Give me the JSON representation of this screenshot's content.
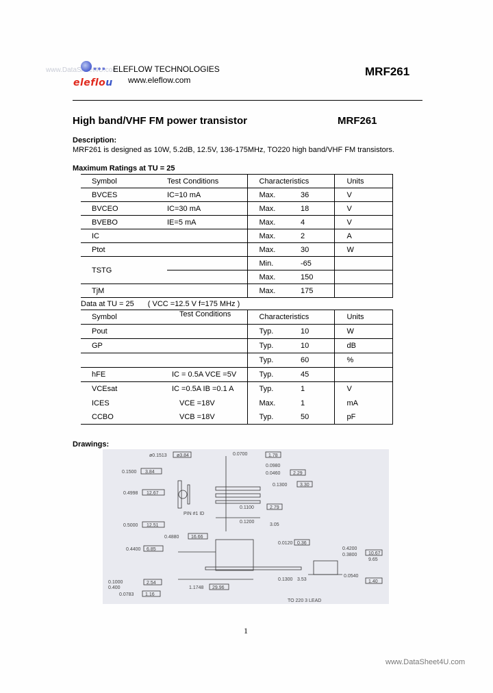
{
  "header": {
    "logo_word": "eleflo",
    "logo_word_tail": "u",
    "watermark_top": "www.DataSheet4U.com",
    "company": "ELEFLOW TECHNOLOGIES",
    "website": "www.eleflow.com",
    "model": "MRF261"
  },
  "title": {
    "text": "High band/VHF FM power transistor",
    "model": "MRF261"
  },
  "description": {
    "label": "Description:",
    "text": "MRF261 is designed as 10W, 5.2dB, 12.5V, 136-175MHz, TO220 high band/VHF FM transistors."
  },
  "max_ratings": {
    "label": "Maximum Ratings at TU = 25",
    "headers": [
      "Symbol",
      "Test Conditions",
      "Characteristics",
      "",
      "Units"
    ],
    "rows": [
      {
        "symbol": "BVCES",
        "cond": "IC=10 mA",
        "char": "Max.",
        "value": "36",
        "unit": "V"
      },
      {
        "symbol": "BVCEO",
        "cond": "IC=30 mA",
        "char": "Max.",
        "value": "18",
        "unit": "V"
      },
      {
        "symbol": "BVEBO",
        "cond": "IE=5 mA",
        "char": "Max.",
        "value": "4",
        "unit": "V"
      },
      {
        "symbol": "IC",
        "cond": "",
        "char": "Max.",
        "value": "2",
        "unit": "A"
      },
      {
        "symbol": "Ptot",
        "cond": "",
        "char": "Max.",
        "value": "30",
        "unit": "W"
      },
      {
        "symbol": "TSTG",
        "cond": "",
        "char": "Min.",
        "value": "-65",
        "unit": ""
      },
      {
        "symbol": "",
        "cond": "",
        "char": "Max.",
        "value": "150",
        "unit": ""
      },
      {
        "symbol": "TjM",
        "cond": "",
        "char": "Max.",
        "value": "175",
        "unit": ""
      }
    ]
  },
  "data_table": {
    "label_a": "Data at TU = 25",
    "label_b": "( VCC =12.5 V   f=175 MHz )",
    "headers": [
      "Symbol",
      "Test Conditions",
      "Characteristics",
      "",
      "Units"
    ],
    "rows": [
      {
        "symbol": "Pout",
        "cond": "",
        "char": "Typ.",
        "value": "10",
        "unit": "W"
      },
      {
        "symbol": "GP",
        "cond": "",
        "char": "Typ.",
        "value": "10",
        "unit": "dB"
      },
      {
        "symbol": "",
        "cond": "",
        "char": "Typ.",
        "value": "60",
        "unit": "%"
      },
      {
        "symbol": "hFE",
        "cond": "IC = 0.5A   VCE =5V",
        "char": "Typ.",
        "value": "45",
        "unit": ""
      },
      {
        "symbol": "VCEsat",
        "cond": "IC =0.5A   IB =0.1 A",
        "char": "Typ.",
        "value": "1",
        "unit": "V"
      },
      {
        "symbol": "ICES",
        "cond": "VCE =18V",
        "char": "Max.",
        "value": "1",
        "unit": "mA"
      },
      {
        "symbol": "CCBO",
        "cond": "VCB =18V",
        "char": "Typ.",
        "value": "50",
        "unit": "pF"
      }
    ]
  },
  "drawings": {
    "label": "Drawings:",
    "dims": {
      "d1": "ø0.1513",
      "d2": "ø3.84",
      "d3": "0.1500",
      "d4": "3.84",
      "d5": "0.4998",
      "d6": "12.67",
      "d7": "0.5000",
      "d8": "12.51",
      "d9": "0.4880",
      "d10": "16.66",
      "d11": "0.4400",
      "d12": "6.85",
      "d13": "0.1000",
      "d14": "0.400",
      "d15": "2.54",
      "d16": "0.0700",
      "d17": "1.78",
      "d18": "0.0980",
      "d19": "0.0460",
      "d20": "2.29",
      "d21": "0.1300",
      "d22": "3.30",
      "d23": "0.1100",
      "d24": "2.79",
      "d25": "0.1200",
      "d26": "3.05",
      "d27": "0.0120",
      "d28": "0.36",
      "d29": "0.1300",
      "d30": "3.53",
      "d31": "0.4200",
      "d32": "10.67",
      "d33": "0.3800",
      "d34": "9.65",
      "d35": "0.0540",
      "d36": "1.40",
      "d37": "1.1748",
      "d38": "29.96",
      "d39": "0.0783",
      "d40": "1.16",
      "pin": "PIN #1 ID",
      "caption": "TO 220 3 LEAD"
    }
  },
  "footer": {
    "page": "1",
    "watermark": "www.DataSheet4U.com"
  }
}
